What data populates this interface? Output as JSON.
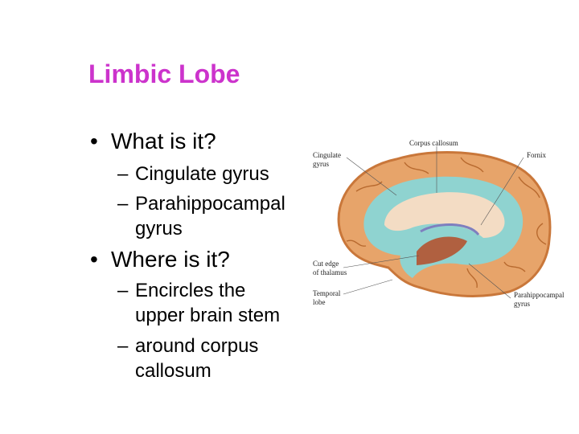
{
  "slide": {
    "title": "Limbic Lobe",
    "bullets": [
      {
        "marker": "•",
        "text": "What is it?"
      },
      {
        "marker": "•",
        "text": "Where is it?"
      }
    ],
    "sub_items": [
      {
        "marker": "–",
        "lines": [
          "Cingulate gyrus"
        ]
      },
      {
        "marker": "–",
        "lines": [
          "Parahippocampal",
          "gyrus"
        ]
      },
      {
        "marker": "–",
        "lines": [
          "Encircles the",
          "upper brain stem"
        ]
      },
      {
        "marker": "–",
        "lines": [
          "around corpus",
          "callosum"
        ]
      }
    ]
  },
  "figure": {
    "labels": {
      "corpus_callosum": "Corpus callosum",
      "cingulate_1": "Cingulate",
      "cingulate_2": "gyrus",
      "fornix": "Fornix",
      "cut_edge_1": "Cut edge",
      "cut_edge_2": "of thalamus",
      "temporal_1": "Temporal",
      "temporal_2": "lobe",
      "parahippo_1": "Parahippocampal",
      "parahippo_2": "gyrus"
    },
    "colors": {
      "cortex": "#e7a46a",
      "cortex_dark": "#c9773a",
      "limbic": "#8fd3d0",
      "corpus": "#f3dcc4",
      "thalamus": "#b06040"
    }
  }
}
